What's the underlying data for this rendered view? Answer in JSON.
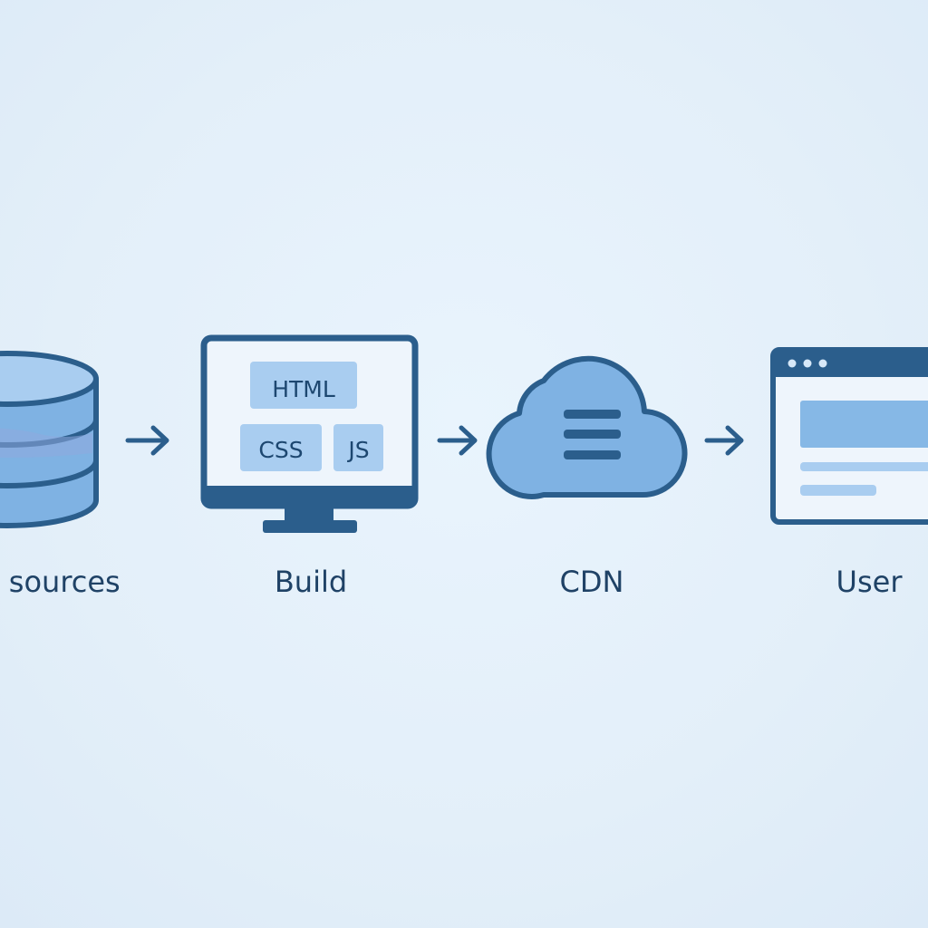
{
  "nodes": [
    {
      "id": "data-sources",
      "label": "a sources",
      "icon": "database-icon"
    },
    {
      "id": "build",
      "label": "Build",
      "icon": "monitor-icon",
      "chips": [
        "HTML",
        "CSS",
        "JS"
      ]
    },
    {
      "id": "cdn",
      "label": "CDN",
      "icon": "cloud-icon"
    },
    {
      "id": "user",
      "label": "User",
      "icon": "browser-window-icon"
    }
  ],
  "edges": [
    {
      "from": "data-sources",
      "to": "build"
    },
    {
      "from": "build",
      "to": "cdn"
    },
    {
      "from": "cdn",
      "to": "user"
    }
  ],
  "colors": {
    "background": "#e4f0fb",
    "stroke": "#2b5e8c",
    "fill": "#7fb2e3",
    "fill_light": "#a9cdf0",
    "text": "#1f4266"
  }
}
